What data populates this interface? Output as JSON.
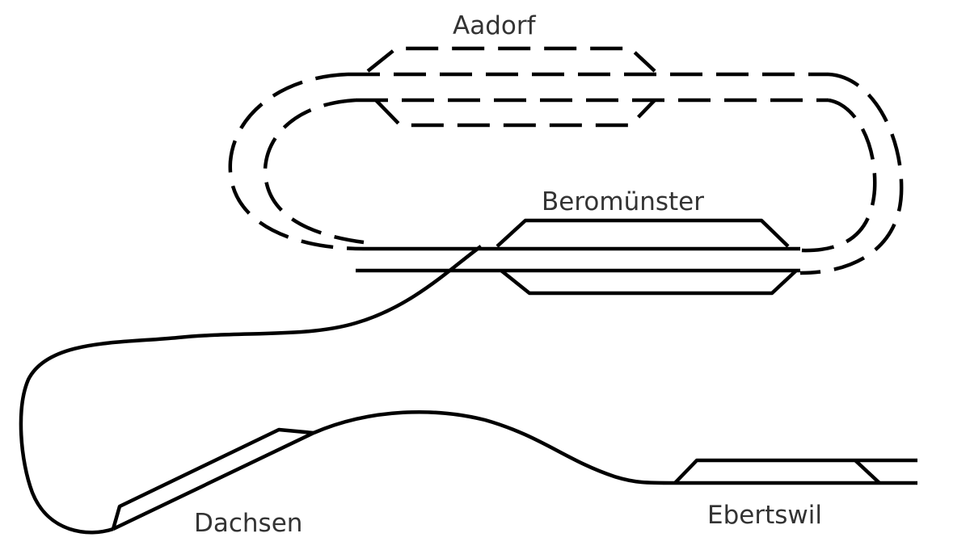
{
  "diagram": {
    "stroke_color": "#000000",
    "text_color": "#333333",
    "background": "#ffffff",
    "stations": {
      "aadorf": {
        "name": "Aadorf"
      },
      "beromunster": {
        "name": "Beromünster"
      },
      "dachsen": {
        "name": "Dachsen"
      },
      "ebertswil": {
        "name": "Ebertswil"
      }
    }
  }
}
